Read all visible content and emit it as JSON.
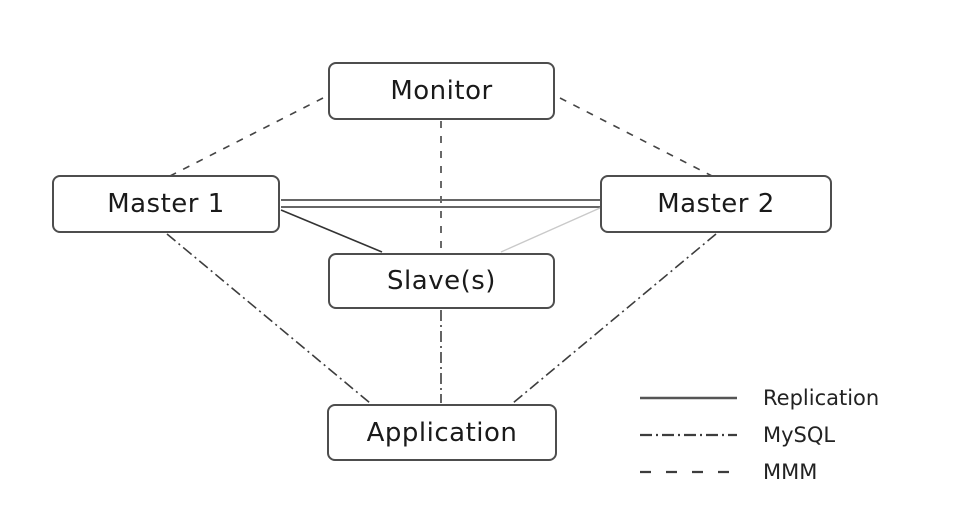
{
  "diagram": {
    "type": "architecture-diagram",
    "subject": "MySQL MMM (Multi-Master Replication Manager) topology"
  },
  "nodes": {
    "monitor": {
      "label": "Monitor"
    },
    "master1": {
      "label": "Master 1"
    },
    "master2": {
      "label": "Master 2"
    },
    "slaves": {
      "label": "Slave(s)"
    },
    "application": {
      "label": "Application"
    }
  },
  "edges": [
    {
      "from": "master1",
      "to": "master2",
      "type": "replication",
      "style": "double-solid"
    },
    {
      "from": "master1",
      "to": "slaves",
      "type": "replication",
      "style": "solid-dark"
    },
    {
      "from": "master2",
      "to": "slaves",
      "type": "replication",
      "style": "solid-light"
    },
    {
      "from": "monitor",
      "to": "master1",
      "type": "mmm",
      "style": "dashed"
    },
    {
      "from": "monitor",
      "to": "master2",
      "type": "mmm",
      "style": "dashed"
    },
    {
      "from": "monitor",
      "to": "slaves",
      "type": "mmm",
      "style": "dashed"
    },
    {
      "from": "application",
      "to": "master1",
      "type": "mysql",
      "style": "dash-dot"
    },
    {
      "from": "application",
      "to": "master2",
      "type": "mysql",
      "style": "dash-dot"
    },
    {
      "from": "application",
      "to": "slaves",
      "type": "mysql",
      "style": "dash-dot"
    }
  ],
  "legend": {
    "items": [
      {
        "label": "Replication",
        "style": "solid"
      },
      {
        "label": "MySQL",
        "style": "dash-dot"
      },
      {
        "label": "MMM",
        "style": "dashed"
      }
    ]
  },
  "colors": {
    "background": "#ffffff",
    "box_border": "#4d4d4d",
    "text": "#1a1a1a",
    "line_dark": "#333333",
    "line_gray": "#666666",
    "line_light": "#c9c9c9",
    "line_dashed": "#444444"
  }
}
